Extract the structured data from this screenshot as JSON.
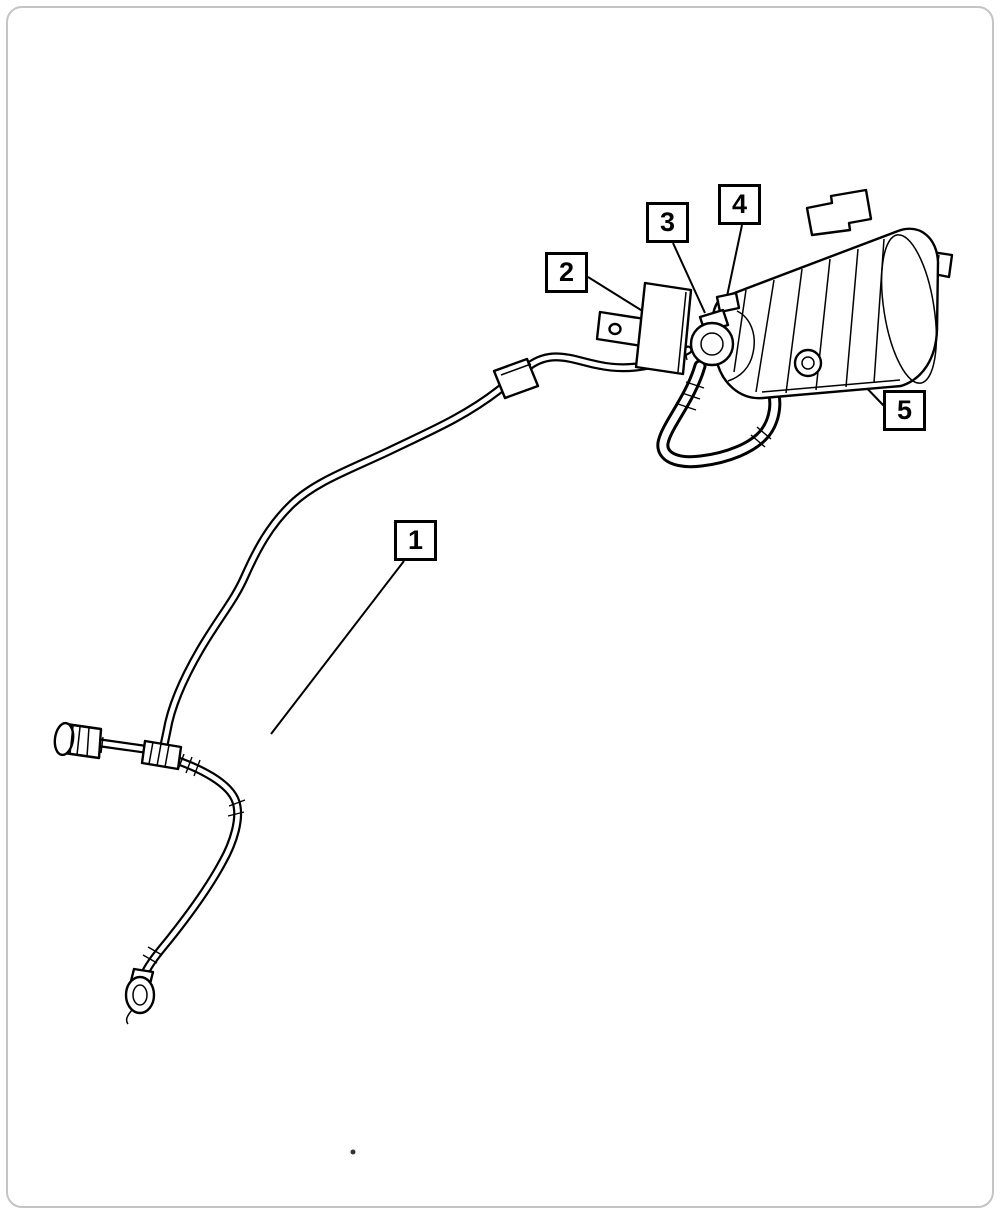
{
  "frame": {
    "background": "#ffffff",
    "border_color": "#c4c4c4",
    "line_color": "#000000"
  },
  "callouts": [
    {
      "label": "1"
    },
    {
      "label": "2"
    },
    {
      "label": "3"
    },
    {
      "label": "4"
    },
    {
      "label": "5"
    }
  ]
}
